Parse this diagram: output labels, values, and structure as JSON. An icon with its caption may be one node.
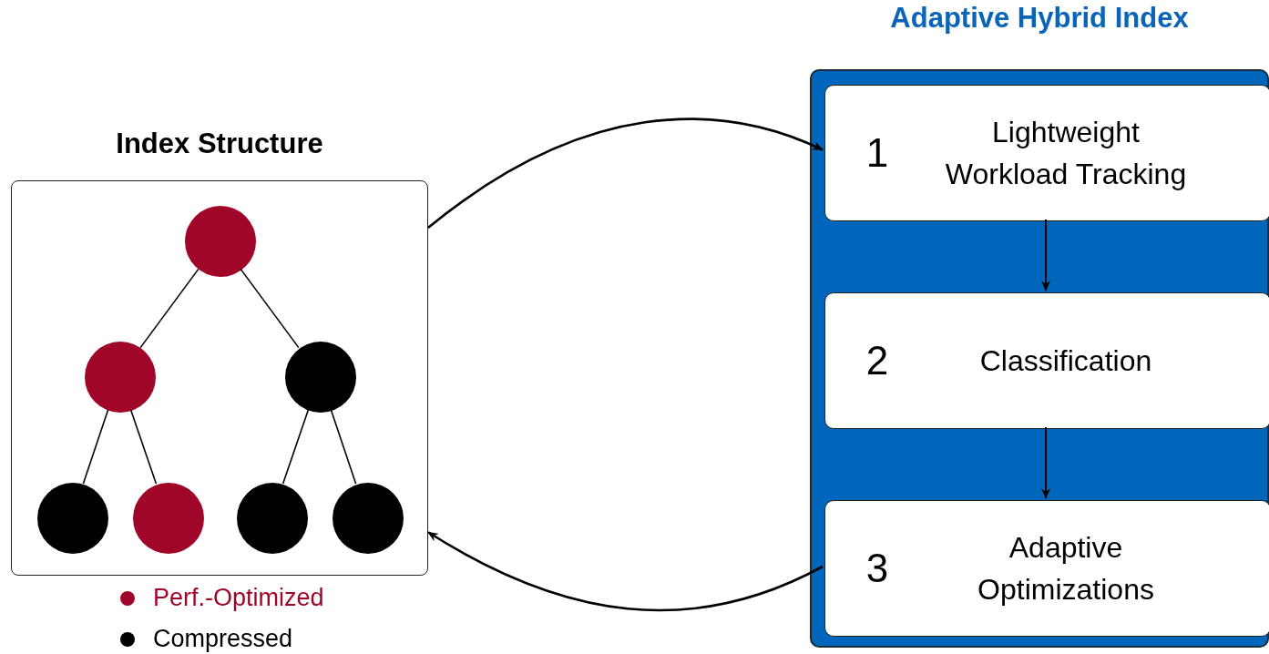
{
  "diagram": {
    "nodes": [
      {
        "text": [
          "Index Structure"
        ]
      },
      {
        "text": [],
        "shape": "circle",
        "in": 0
      },
      {
        "text": [],
        "shape": "circle",
        "in": 0
      },
      {
        "text": [],
        "shape": "circle",
        "in": 0
      },
      {
        "text": [],
        "shape": "circle",
        "in": 0
      },
      {
        "text": [],
        "shape": "circle",
        "in": 0
      },
      {
        "text": [],
        "shape": "circle",
        "in": 0
      },
      {
        "text": [],
        "shape": "circle",
        "in": 0
      },
      {
        "text": [
          "Adaptive Hybrid Index"
        ]
      },
      {
        "text": [
          "1",
          "Lightweight Workload Tracking"
        ],
        "in": 8
      },
      {
        "text": [
          "2",
          "Classification"
        ],
        "in": 8
      },
      {
        "text": [
          "3",
          "Adaptive Optimizations"
        ],
        "in": 8
      }
    ],
    "edges": [
      {
        "from": 1,
        "to": 2,
        "arrow": "none"
      },
      {
        "from": 1,
        "to": 3,
        "arrow": "none"
      },
      {
        "from": 2,
        "to": 4,
        "arrow": "none"
      },
      {
        "from": 2,
        "to": 5,
        "arrow": "none"
      },
      {
        "from": 3,
        "to": 6,
        "arrow": "none"
      },
      {
        "from": 3,
        "to": 7,
        "arrow": "none"
      },
      {
        "from": 0,
        "to": 9,
        "arrow": "to"
      },
      {
        "from": 9,
        "to": 10,
        "arrow": "to"
      },
      {
        "from": 10,
        "to": 11,
        "arrow": "to"
      },
      {
        "from": 11,
        "to": 0,
        "arrow": "to"
      }
    ],
    "legend": [
      {
        "text": "Perf.-Optimized",
        "color": "#a0062a"
      },
      {
        "text": "Compressed",
        "color": "#000000"
      }
    ]
  }
}
